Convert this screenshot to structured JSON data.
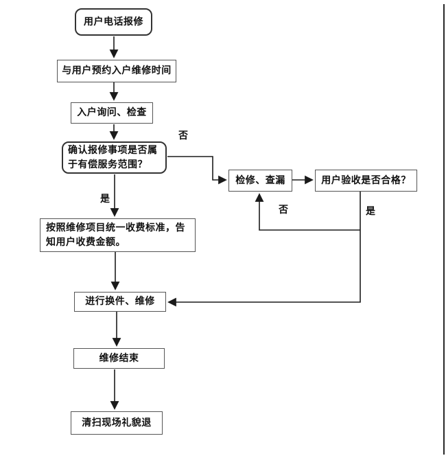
{
  "diagram": {
    "type": "flowchart",
    "nodes": [
      {
        "id": "start",
        "shape": "rounded",
        "label": "用户电话报修"
      },
      {
        "id": "schedule",
        "shape": "rect",
        "label": "与用户预约入户维修时间"
      },
      {
        "id": "inquiry",
        "shape": "rect",
        "label": "入户询问、检查"
      },
      {
        "id": "decision-paid",
        "shape": "rounded",
        "label": "确认报修事项是否属于有偿服务范围？"
      },
      {
        "id": "repair-check",
        "shape": "rect",
        "label": "检修、查漏"
      },
      {
        "id": "acceptance",
        "shape": "rect",
        "label": "用户验收是否合格？"
      },
      {
        "id": "charge",
        "shape": "rect",
        "label": "按照维修项目统一收费标准，告知用户收费金额。"
      },
      {
        "id": "replace",
        "shape": "rect",
        "label": "进行换件、维修"
      },
      {
        "id": "finish",
        "shape": "rect",
        "label": "维修结束"
      },
      {
        "id": "clean",
        "shape": "rect",
        "label": "清扫现场礼貌退"
      }
    ],
    "edge_labels": [
      {
        "id": "no-paid",
        "text": "否"
      },
      {
        "id": "yes-paid",
        "text": "是"
      },
      {
        "id": "no-accept",
        "text": "否"
      },
      {
        "id": "yes-accept",
        "text": "是"
      }
    ],
    "edges": [
      {
        "from": "start",
        "to": "schedule"
      },
      {
        "from": "schedule",
        "to": "inquiry"
      },
      {
        "from": "inquiry",
        "to": "decision-paid"
      },
      {
        "from": "decision-paid",
        "to": "repair-check",
        "label": "否"
      },
      {
        "from": "decision-paid",
        "to": "charge",
        "label": "是"
      },
      {
        "from": "repair-check",
        "to": "acceptance"
      },
      {
        "from": "acceptance",
        "to": "repair-check",
        "label": "否"
      },
      {
        "from": "acceptance",
        "to": "replace",
        "label": "是"
      },
      {
        "from": "charge",
        "to": "replace"
      },
      {
        "from": "replace",
        "to": "finish"
      },
      {
        "from": "finish",
        "to": "clean"
      }
    ],
    "colors": {
      "line": "#1a1a1a",
      "rect_border": "#545454",
      "rounded_border": "#333333",
      "text": "#111111",
      "background": "#ffffff",
      "frame_border": "#262626"
    }
  }
}
